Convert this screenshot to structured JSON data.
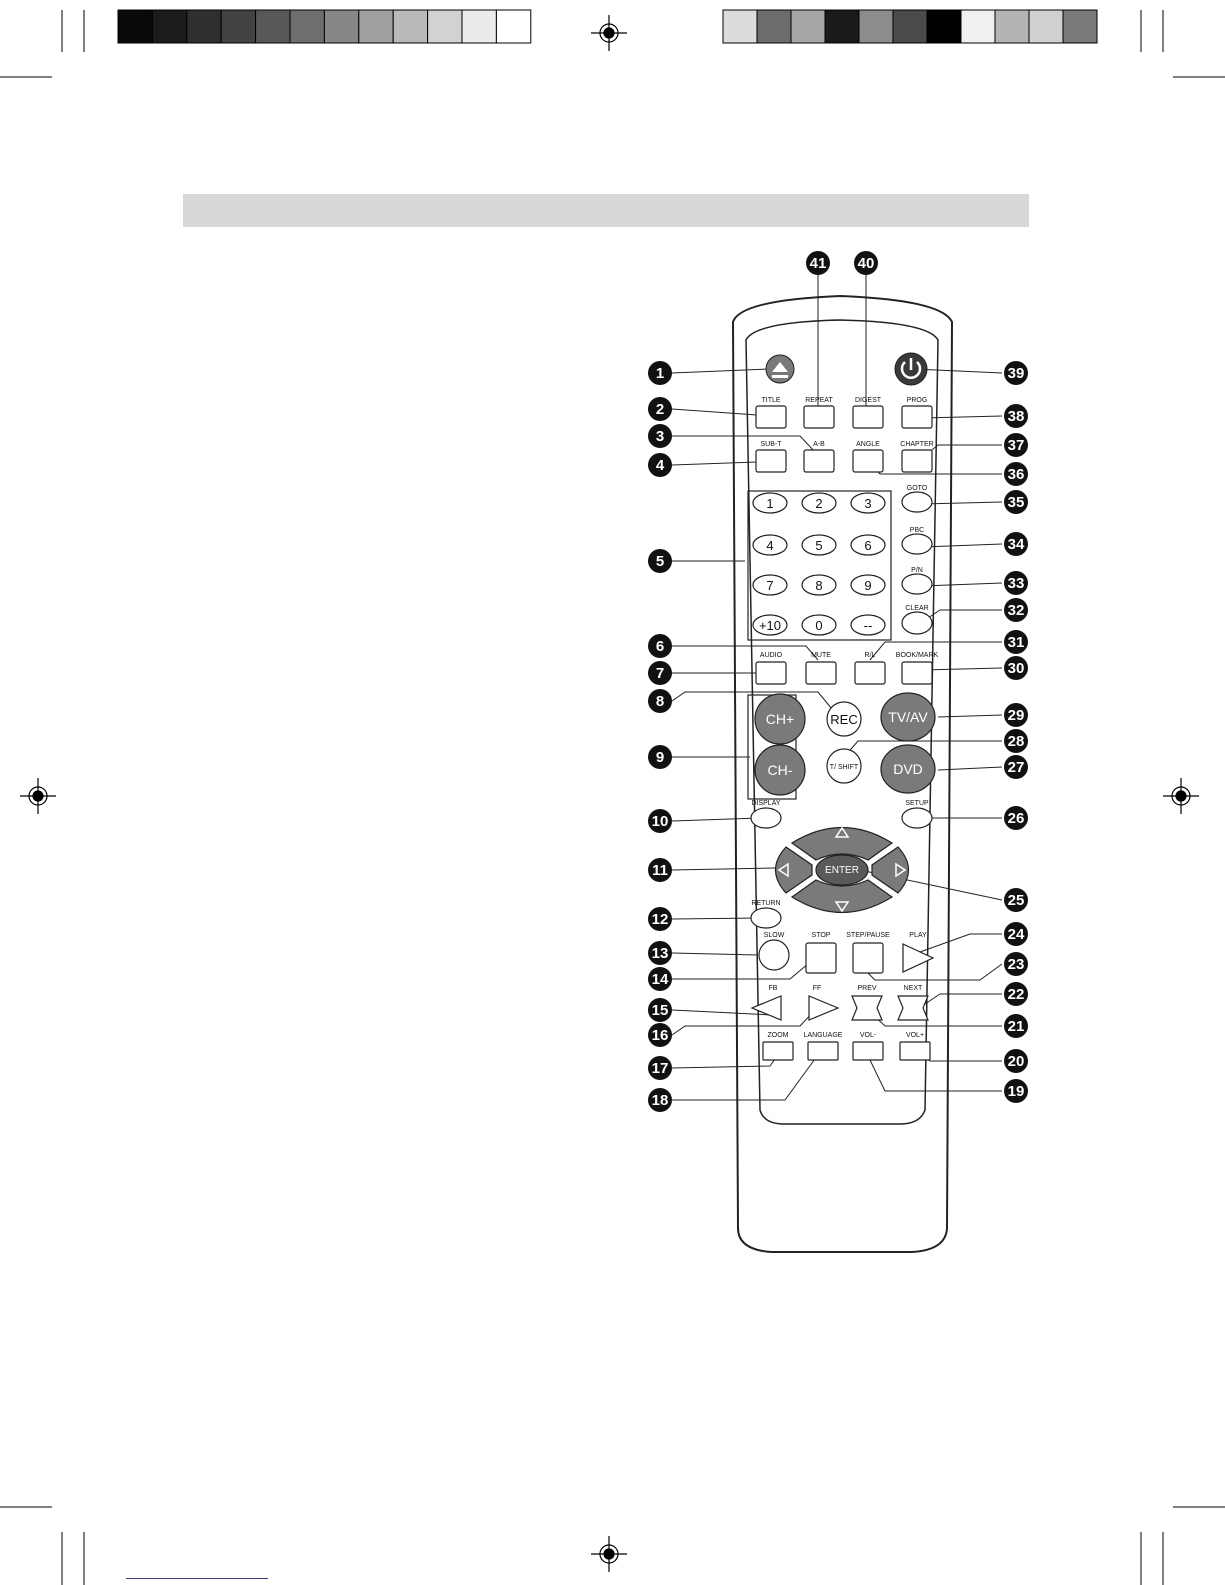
{
  "colors": {
    "header_band": "#d8d8d8",
    "button_gray": "#7a7a7a",
    "button_dark": "#3a3a3a",
    "callout": "#111111",
    "outline": "#222222",
    "remote_fill": "#ffffff"
  },
  "color_bar_left": [
    "#0a0a0a",
    "#1c1c1c",
    "#2f2f2f",
    "#434343",
    "#585858",
    "#6e6e6e",
    "#878787",
    "#a0a0a0",
    "#b9b9b9",
    "#d2d2d2",
    "#ebebeb",
    "#ffffff"
  ],
  "color_bar_right": [
    "#dcdcdc",
    "#6c6c6c",
    "#a6a6a6",
    "#1a1a1a",
    "#8c8c8c",
    "#4a4a4a",
    "#000000",
    "#f0f0f0",
    "#b4b4b4",
    "#d0d0d0",
    "#7a7a7a"
  ],
  "buttons": {
    "title": "TITLE",
    "repeat": "REPEAT",
    "digest": "DIGEST",
    "prog": "PROG",
    "sub_t": "SUB-T",
    "a_b": "A-B",
    "angle": "ANGLE",
    "chapter": "CHAPTER",
    "goto": "GOTO",
    "pbc": "PBC",
    "pn": "P/N",
    "clear": "CLEAR",
    "audio": "AUDIO",
    "mute": "MUTE",
    "rl": "R/L",
    "bookmark": "BOOK/MARK",
    "rec": "REC",
    "tvav": "TV/AV",
    "ch_plus": "CH+",
    "ch_minus": "CH-",
    "tshift": "T/ SHIFT",
    "dvd": "DVD",
    "display": "DISPLAY",
    "setup": "SETUP",
    "enter": "ENTER",
    "return": "RETURN",
    "slow": "SLOW",
    "stop": "STOP",
    "step_pause": "STEP/PAUSE",
    "play": "PLAY",
    "fb": "FB",
    "ff": "FF",
    "prev": "PREV",
    "next": "NEXT",
    "zoom": "ZOOM",
    "language": "LANGUAGE",
    "vol_minus": "VOL-",
    "vol_plus": "VOL+"
  },
  "keypad": [
    "1",
    "2",
    "3",
    "4",
    "5",
    "6",
    "7",
    "8",
    "9",
    "+10",
    "0",
    "--"
  ],
  "callouts": [
    "1",
    "2",
    "3",
    "4",
    "5",
    "6",
    "7",
    "8",
    "9",
    "10",
    "11",
    "12",
    "13",
    "14",
    "15",
    "16",
    "17",
    "18",
    "19",
    "20",
    "21",
    "22",
    "23",
    "24",
    "25",
    "26",
    "27",
    "28",
    "29",
    "30",
    "31",
    "32",
    "33",
    "34",
    "35",
    "36",
    "37",
    "38",
    "39",
    "40",
    "41"
  ]
}
